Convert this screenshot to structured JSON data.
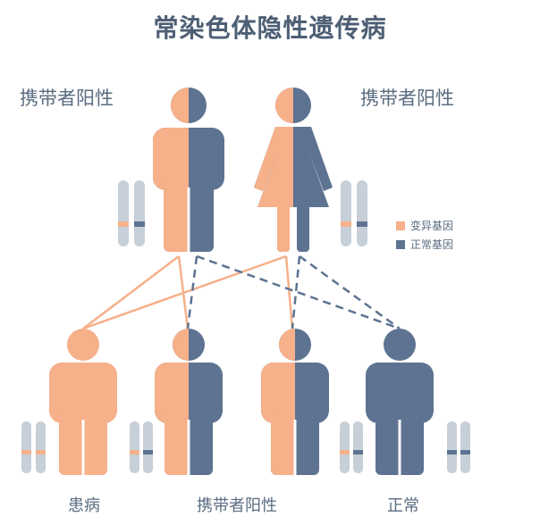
{
  "title": "常染色体隐性遗传病",
  "parents": {
    "father_label": "携带者阳性",
    "mother_label": "携带者阳性"
  },
  "legend": {
    "mutant": {
      "label": "变异基因",
      "color": "#f6b08a"
    },
    "normal": {
      "label": "正常基因",
      "color": "#5d7391"
    }
  },
  "children_labels": {
    "affected": "患病",
    "carrier": "携带者阳性",
    "normal": "正常"
  },
  "colors": {
    "mutant": "#f6b08a",
    "normal": "#5d7391",
    "chromosome": "#c7cfd8",
    "title": "#4d5f74"
  }
}
